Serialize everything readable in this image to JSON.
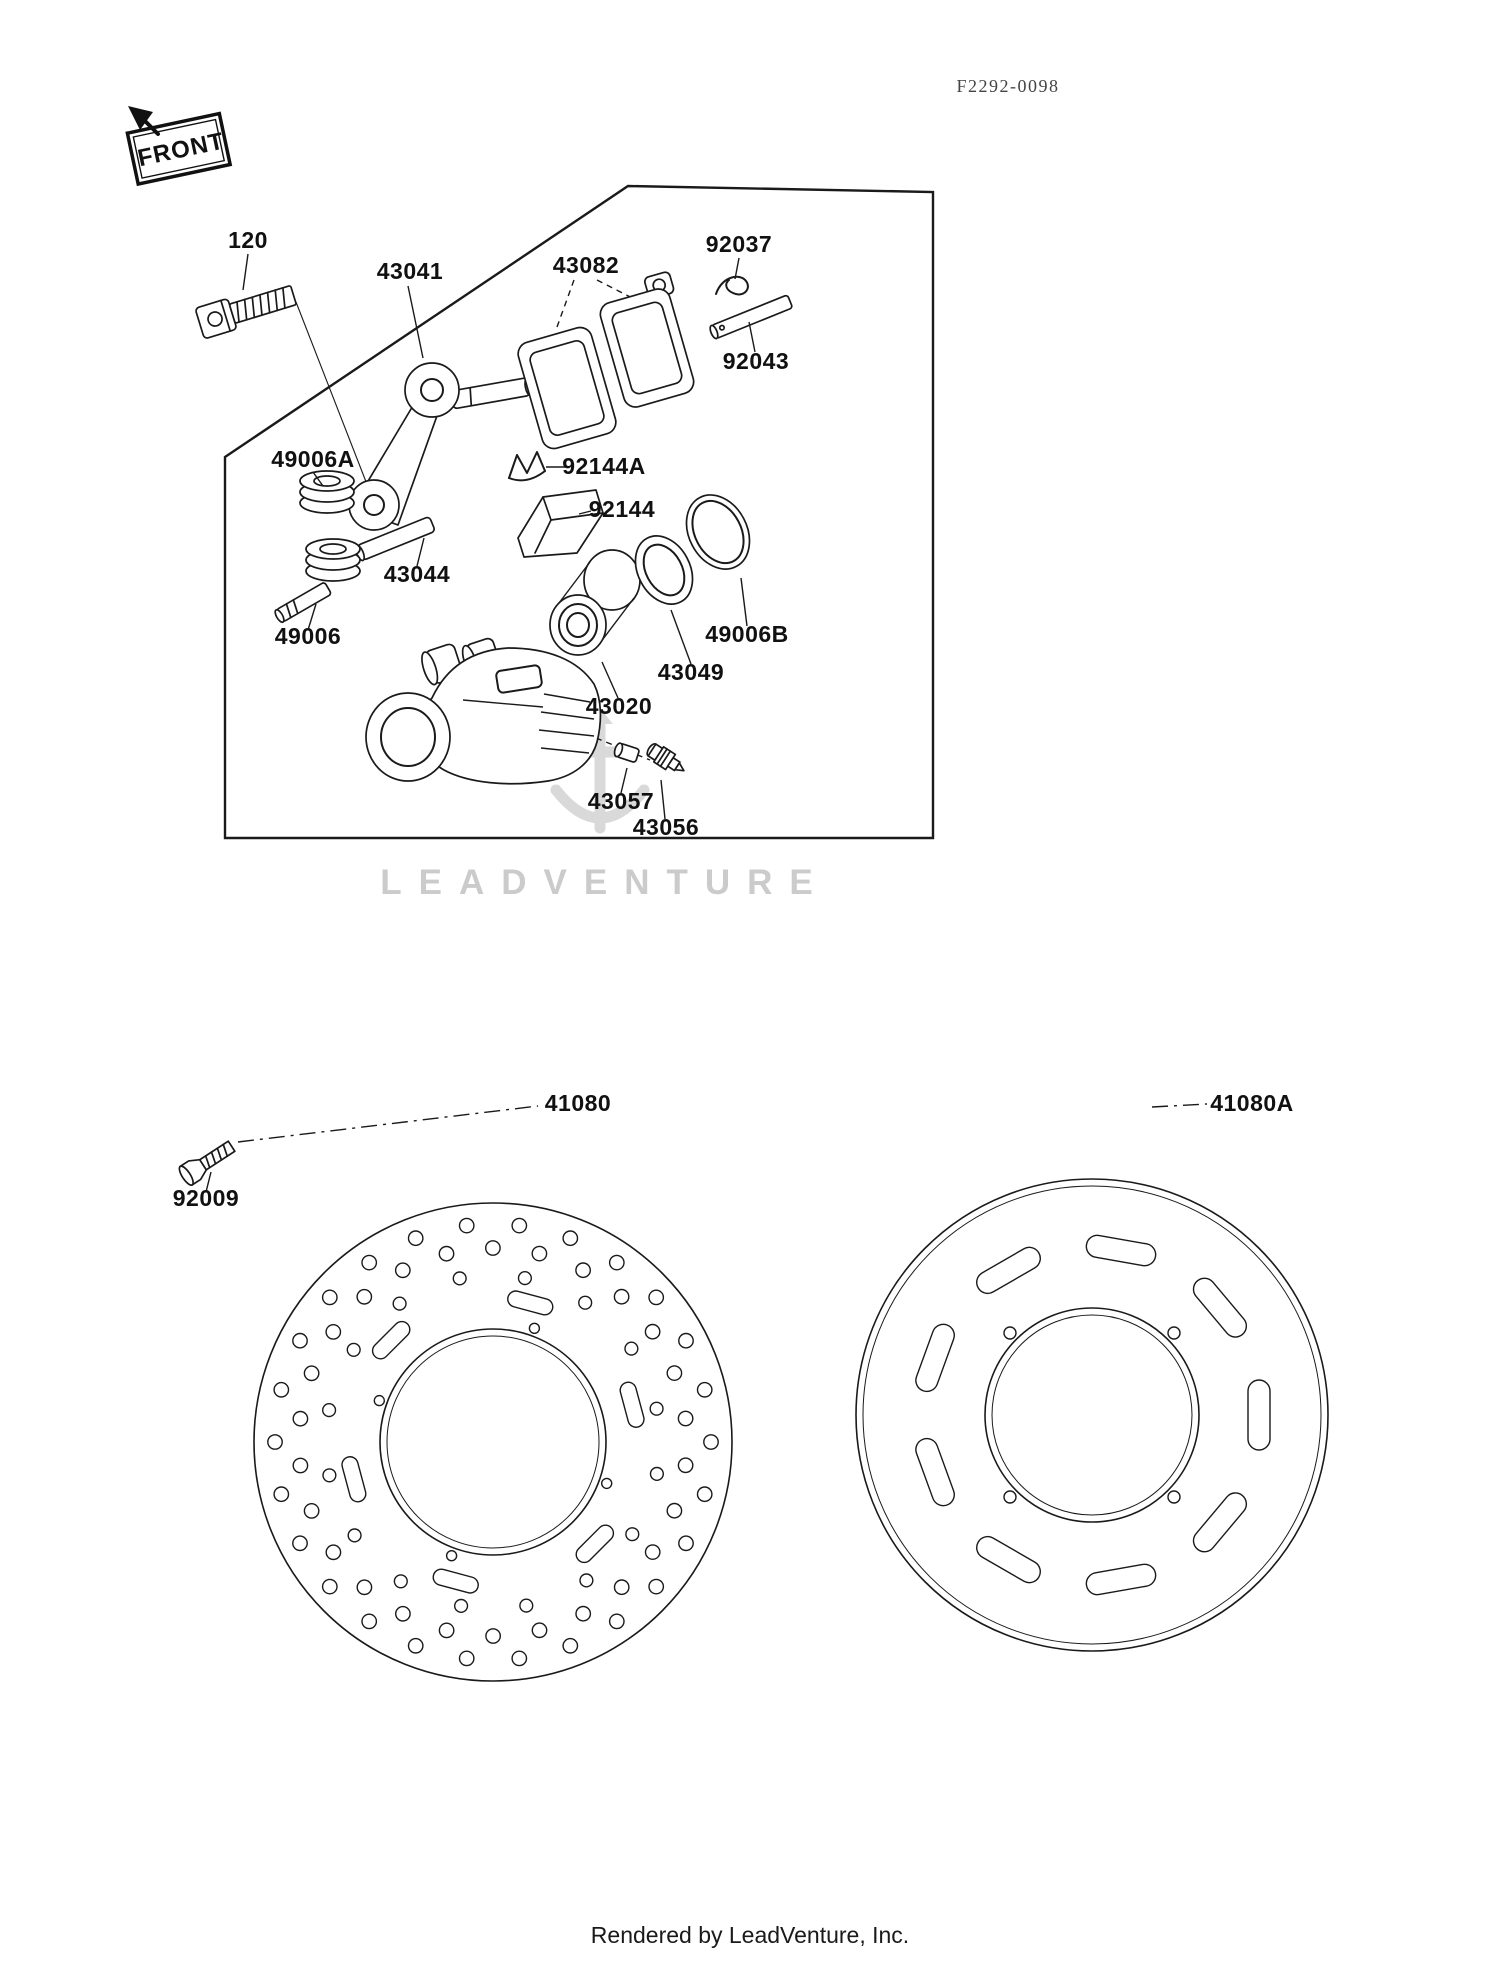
{
  "figure_code": "F2292-0098",
  "front_stamp": "FRONT",
  "watermark_text": "LEADVENTURE",
  "footer_text": "Rendered by LeadVenture, Inc.",
  "parts": [
    {
      "label": "120"
    },
    {
      "label": "43041"
    },
    {
      "label": "43082"
    },
    {
      "label": "92037"
    },
    {
      "label": "92043"
    },
    {
      "label": "49006A"
    },
    {
      "label": "92144A"
    },
    {
      "label": "92144"
    },
    {
      "label": "43044"
    },
    {
      "label": "49006"
    },
    {
      "label": "49006B"
    },
    {
      "label": "43049"
    },
    {
      "label": "43020"
    },
    {
      "label": "43057"
    },
    {
      "label": "43056"
    },
    {
      "label": "41080"
    },
    {
      "label": "92009"
    },
    {
      "label": "41080A"
    }
  ]
}
